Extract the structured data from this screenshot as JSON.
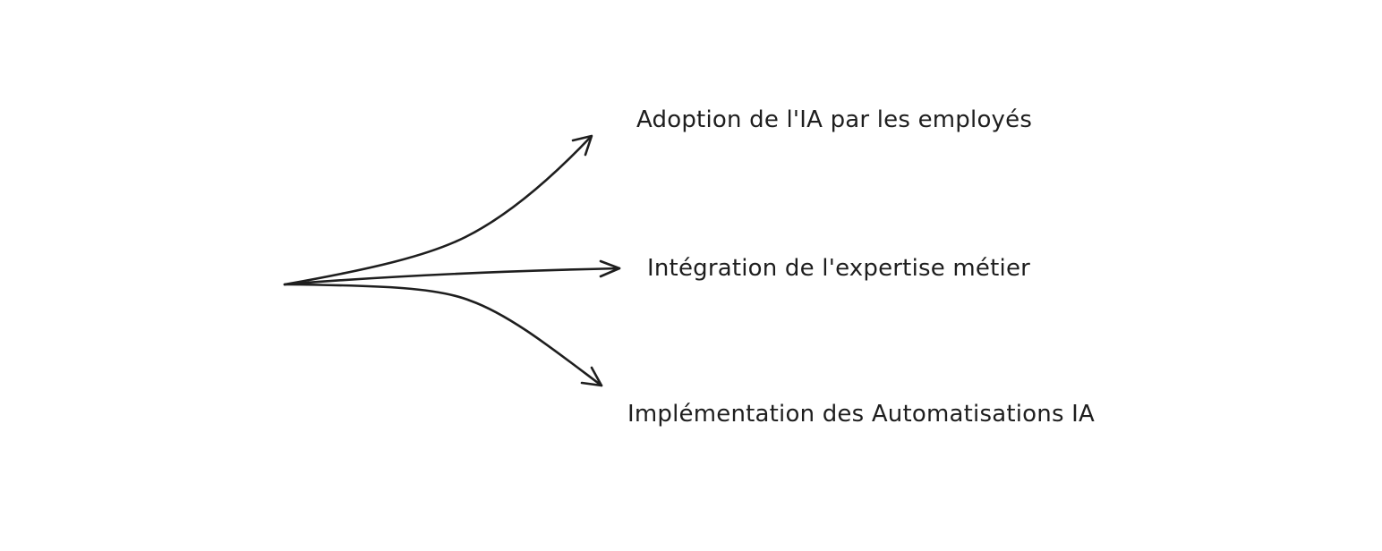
{
  "diagram": {
    "type": "branching-arrows",
    "stroke_color": "#1e1e1e",
    "background_color": "#ffffff",
    "branches": [
      {
        "id": "top",
        "label": "Adoption de l'IA par les employés"
      },
      {
        "id": "middle",
        "label": "Intégration de l'expertise métier"
      },
      {
        "id": "bottom",
        "label": "Implémentation des Automatisations IA"
      }
    ]
  }
}
